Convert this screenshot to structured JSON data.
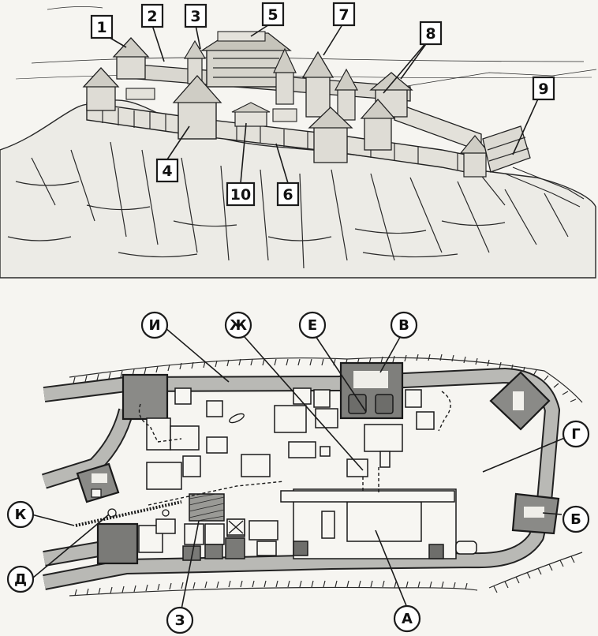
{
  "illustration": {
    "labels": [
      "1",
      "2",
      "3",
      "5",
      "7",
      "8",
      "9",
      "4",
      "10",
      "6"
    ]
  },
  "plan": {
    "labels": [
      "И",
      "Ж",
      "Е",
      "В",
      "Г",
      "Б",
      "К",
      "Д",
      "З",
      "А"
    ]
  }
}
